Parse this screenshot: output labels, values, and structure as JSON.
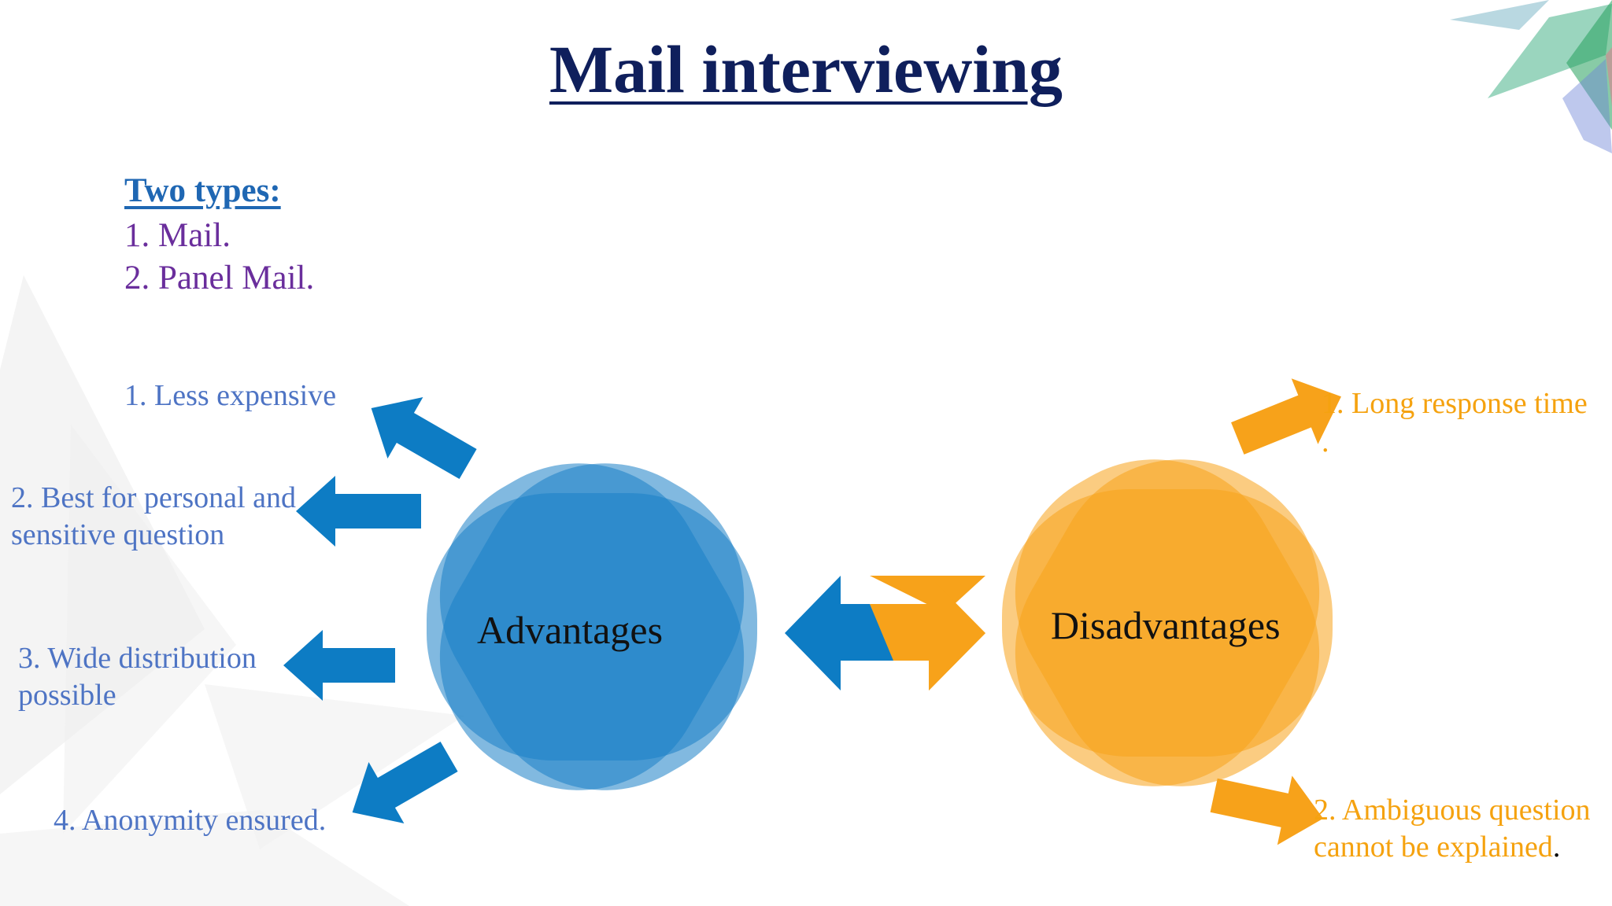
{
  "title": "Mail interviewing",
  "types": {
    "heading": "Two types:",
    "items": [
      "1. Mail.",
      "2. Panel Mail."
    ]
  },
  "advantages": {
    "label": "Advantages",
    "items": [
      [
        "1. Less expensive"
      ],
      [
        "2. Best for personal and",
        "sensitive question"
      ],
      [
        "3. Wide distribution",
        "possible"
      ],
      [
        "4. Anonymity ensured."
      ]
    ]
  },
  "disadvantages": {
    "label": "Disadvantages",
    "items": [
      [
        "1. Long response time",
        "."
      ],
      [
        "2. Ambiguous question",
        "cannot be explained",
        "."
      ]
    ]
  },
  "colors": {
    "title": "#0f1f5c",
    "heading": "#1f67b3",
    "types": "#6a2e9c",
    "advantage_text": "#4e74c4",
    "advantage_shape": "#1a7fc6",
    "disadvantage_text": "#f5a20f",
    "disadvantage_shape": "#f7a21a"
  },
  "icons": {
    "advantage_arrows": "arrow-left-icon",
    "disadvantage_arrows": "arrow-right-icon",
    "connector": "double-arrow-icon"
  }
}
